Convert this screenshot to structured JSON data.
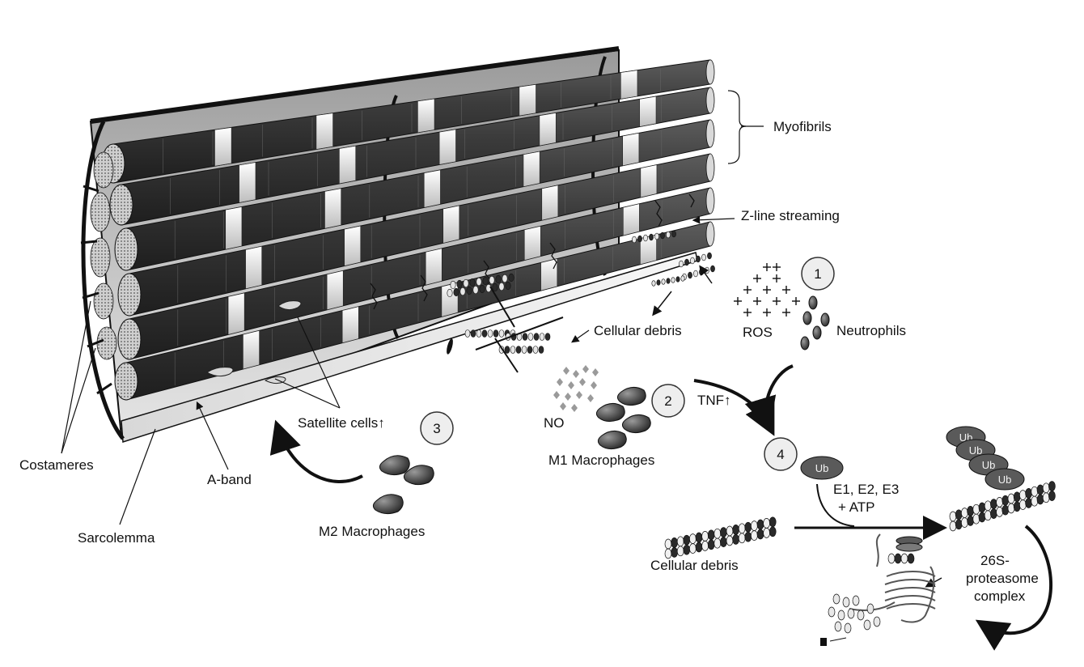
{
  "labels": {
    "myofibrils": "Myofibrils",
    "zline_streaming": "Z-line streaming",
    "cellular_debris_top": "Cellular debris",
    "ros": "ROS",
    "neutrophils": "Neutrophils",
    "no": "NO",
    "m1_macrophages": "M1 Macrophages",
    "tnf": "TNF↑",
    "satellite_cells": "Satellite cells↑",
    "costameres": "Costameres",
    "a_band": "A-band",
    "sarcolemma": "Sarcolemma",
    "m2_macrophages": "M2 Macrophages",
    "e_enzymes_line1": "E1, E2, E3",
    "e_enzymes_line2": "+ ATP",
    "cellular_debris_bottom": "Cellular debris",
    "proteasome_line1": "26S-",
    "proteasome_line2": "proteasome",
    "proteasome_line3": "complex"
  },
  "steps": [
    "1",
    "2",
    "3",
    "4"
  ],
  "ubiquitin": "Ub",
  "colors": {
    "fibril_dark": "#3a3a3a",
    "band_light": "#e8e8e8",
    "sarcolemma": "#cfcfcf",
    "cell_fill": "#4a4a4a",
    "ub_fill": "#5a5a5a",
    "circle_fill": "#eeeeee"
  }
}
